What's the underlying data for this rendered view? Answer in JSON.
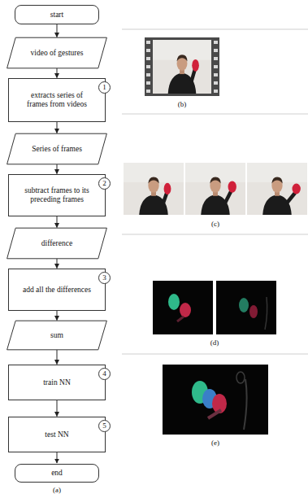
{
  "diagram": {
    "nodes": [
      {
        "text": [
          "start"
        ]
      },
      {
        "text": [
          "video of gestures"
        ]
      },
      {
        "text": [
          "extracts series of frames from videos"
        ]
      },
      {
        "text": [
          "Series of frames"
        ]
      },
      {
        "text": [
          "subtract frames to its preceding frames"
        ]
      },
      {
        "text": [
          "difference"
        ]
      },
      {
        "text": [
          "add all the differences"
        ]
      },
      {
        "text": [
          "sum"
        ]
      },
      {
        "text": [
          "train NN"
        ]
      },
      {
        "text": [
          "test NN"
        ]
      },
      {
        "text": [
          "end"
        ]
      }
    ],
    "edges": [
      {
        "from": 0,
        "to": 1,
        "arrow": "to"
      },
      {
        "from": 1,
        "to": 2,
        "arrow": "to"
      },
      {
        "from": 2,
        "to": 3,
        "arrow": "to"
      },
      {
        "from": 3,
        "to": 4,
        "arrow": "to"
      },
      {
        "from": 4,
        "to": 5,
        "arrow": "to"
      },
      {
        "from": 5,
        "to": 6,
        "arrow": "to"
      },
      {
        "from": 6,
        "to": 7,
        "arrow": "to"
      },
      {
        "from": 7,
        "to": 8,
        "arrow": "to"
      },
      {
        "from": 8,
        "to": 9,
        "arrow": "to"
      },
      {
        "from": 9,
        "to": 10,
        "arrow": "to"
      }
    ],
    "labels": [
      "1",
      "2",
      "3",
      "4",
      "5",
      "(a)",
      "(b)",
      "(c)",
      "(d)",
      "(e)"
    ]
  }
}
